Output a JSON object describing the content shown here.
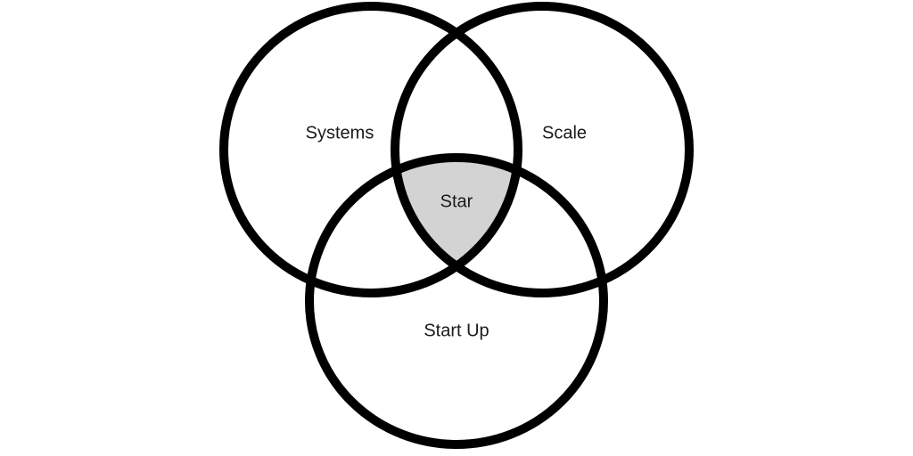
{
  "diagram": {
    "type": "venn",
    "sets": [
      {
        "label": "Systems"
      },
      {
        "label": "Scale"
      },
      {
        "label": "Start Up"
      }
    ],
    "intersection": {
      "label": "Star",
      "fill_color": "#d3d3d3"
    },
    "stroke_color": "#000000"
  }
}
